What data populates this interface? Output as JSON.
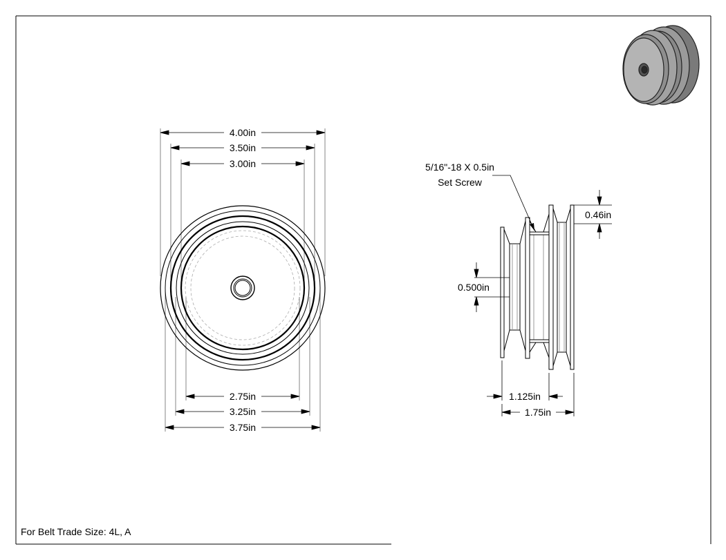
{
  "front_view": {
    "top_dims": [
      "4.00in",
      "3.50in",
      "3.00in"
    ],
    "bottom_dims": [
      "2.75in",
      "3.25in",
      "3.75in"
    ]
  },
  "side_view": {
    "callout_line1": "5/16\"-18 X 0.5in",
    "callout_line2": "Set Screw",
    "groove_depth": "0.46in",
    "bore_dim": "0.500in",
    "hub_width": "1.125in",
    "overall_width": "1.75in"
  },
  "note": "For Belt Trade Size: 4L, A"
}
